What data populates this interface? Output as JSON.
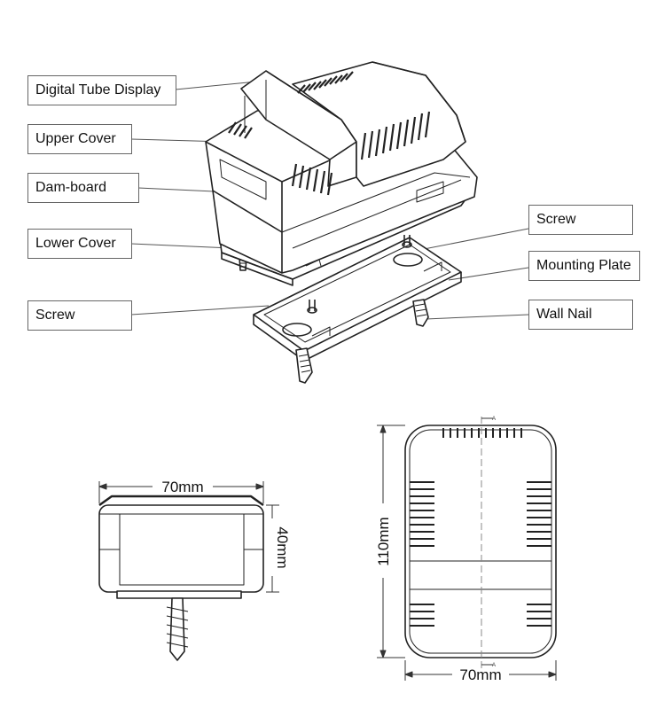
{
  "callouts": {
    "digital_tube_display": "Digital Tube Display",
    "upper_cover": "Upper Cover",
    "dam_board": "Dam-board",
    "lower_cover": "Lower Cover",
    "screw_left": "Screw",
    "screw_right": "Screw",
    "mounting_plate": "Mounting Plate",
    "wall_nail": "Wall Nail"
  },
  "dimensions": {
    "side_width": "70mm",
    "side_height": "40mm",
    "front_height": "110mm",
    "front_width": "70mm",
    "section_mark": "A"
  }
}
